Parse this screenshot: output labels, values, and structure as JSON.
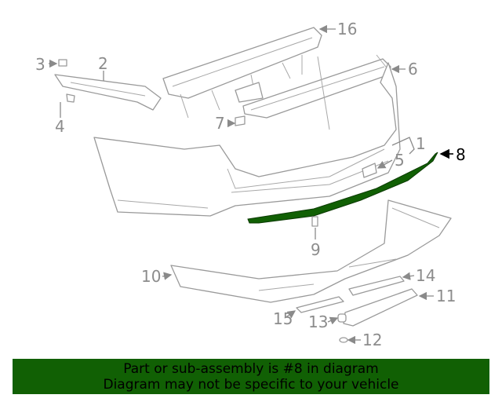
{
  "diagram": {
    "highlight_color": "#116004",
    "highlighted_part": "8",
    "callouts": [
      {
        "id": "c16",
        "label": "16"
      },
      {
        "id": "c3",
        "label": "3"
      },
      {
        "id": "c2",
        "label": "2"
      },
      {
        "id": "c4",
        "label": "4"
      },
      {
        "id": "c6",
        "label": "6"
      },
      {
        "id": "c7",
        "label": "7"
      },
      {
        "id": "c1",
        "label": "1"
      },
      {
        "id": "c5",
        "label": "5"
      },
      {
        "id": "c8",
        "label": "8"
      },
      {
        "id": "c9",
        "label": "9"
      },
      {
        "id": "c10",
        "label": "10"
      },
      {
        "id": "c14",
        "label": "14"
      },
      {
        "id": "c11",
        "label": "11"
      },
      {
        "id": "c15",
        "label": "15"
      },
      {
        "id": "c13",
        "label": "13"
      },
      {
        "id": "c12",
        "label": "12"
      }
    ]
  },
  "banner": {
    "line1": "Part or sub-assembly is #8 in diagram",
    "line2": "Diagram may not be specific to your vehicle",
    "color": "#116004"
  }
}
